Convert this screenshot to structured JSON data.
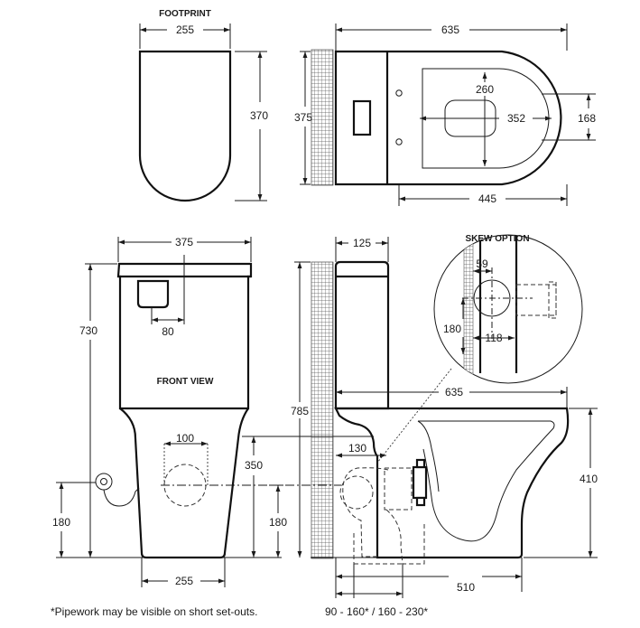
{
  "labels": {
    "footprint": "FOOTPRINT",
    "front_view": "FRONT VIEW",
    "skew_option": "SKEW OPTION",
    "note_pipework": "*Pipework may be visible on short set-outs.",
    "note_setout": "90 - 160* / 160 - 230*"
  },
  "dims": {
    "fp_width": "255",
    "fp_depth": "370",
    "top_length": "635",
    "top_depth": "375",
    "top_seat": "260",
    "top_opening": "352",
    "top_rear": "168",
    "top_pan": "445",
    "front_cistern_width": "375",
    "front_button": "80",
    "front_height": "730",
    "front_waste": "100",
    "front_waste_height": "350",
    "front_inlet": "180",
    "front_base": "255",
    "side_cistern": "125",
    "side_height": "785",
    "side_length": "635",
    "side_setout": "130",
    "side_rim": "410",
    "side_inlet": "180",
    "side_base": "510",
    "skew_offset": "59",
    "skew_height": "180",
    "skew_width": "118"
  }
}
